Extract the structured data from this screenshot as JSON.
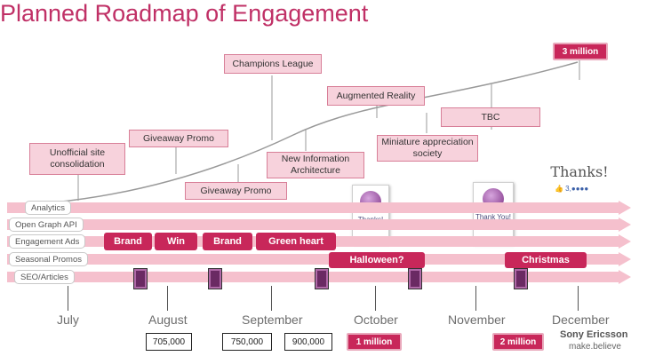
{
  "title": "Planned Roadmap of Engagement",
  "callouts": {
    "champions": "Champions League",
    "augmented": "Augmented Reality",
    "tbc": "TBC",
    "giveaway1": "Giveaway Promo",
    "unofficial": "Unofficial site consolidation",
    "miniature": "Miniature appreciation society",
    "new_info": "New Information Architecture",
    "giveaway2": "Giveaway Promo"
  },
  "tracks": [
    "Analytics",
    "Open Graph API",
    "Engagement Ads",
    "Seasonal Promos",
    "SEO/Articles"
  ],
  "ads": [
    "Brand",
    "Win",
    "Brand",
    "Green heart"
  ],
  "seasonal": [
    "Halloween?",
    "Christmas"
  ],
  "months": [
    "July",
    "August",
    "September",
    "October",
    "November",
    "December"
  ],
  "metrics": [
    "705,000",
    "750,000",
    "900,000"
  ],
  "badges": {
    "one": "1 million",
    "two": "2 million",
    "three": "3 million"
  },
  "cards": {
    "card1": "Thanks!",
    "card2": "Thank You!",
    "card3": "Thanks!"
  },
  "brand": {
    "name": "Sony Ericsson",
    "tagline": "make.believe"
  },
  "colors": {
    "accent": "#c8275a",
    "title": "#c03066",
    "track": "#f5c0cd",
    "callout": "#f7d2dc"
  }
}
